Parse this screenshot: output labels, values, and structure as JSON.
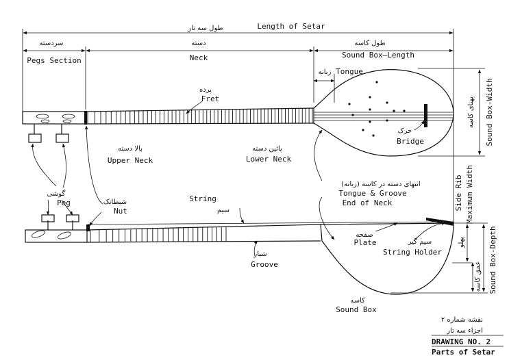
{
  "dimensions": {
    "length_en": "Length of Setar",
    "length_fa": "طول سه تار",
    "pegs_en": "Pegs Section",
    "pegs_fa": "سردسته",
    "neck_en": "Neck",
    "neck_fa": "دسته",
    "soundbox_length_en": "Sound Box—Length",
    "soundbox_length_fa": "طول کاسه",
    "tongue_en": "Tongue",
    "tongue_fa": "زبانه",
    "soundbox_width_en": "Sound Box-Width",
    "soundbox_width_fa": "پهنای کاسه",
    "side_rib_en": "Side Rib",
    "max_width_en": "Maximum Width",
    "soundbox_depth_en": "Sound Box-Depth",
    "soundbox_depth_fa": "عمق کاسه",
    "side_fa": "پهلو"
  },
  "parts": {
    "fret_en": "Fret",
    "fret_fa": "پرده",
    "bridge_en": "Bridge",
    "bridge_fa": "خرک",
    "upper_neck_en": "Upper Neck",
    "upper_neck_fa": "بالا دسته",
    "lower_neck_en": "Lower Neck",
    "lower_neck_fa": "پائین دسته",
    "end_neck_fa": "انتهای دسته در کاسه (زبانه)",
    "end_neck_en1": "Tongue & Groove",
    "end_neck_en2": "End of Neck",
    "peg_en": "Peg",
    "peg_fa": "گوشی",
    "nut_en": "Nut",
    "nut_fa": "شیطانک",
    "string_en": "String",
    "string_fa": "سیم",
    "plate_en": "Plate",
    "plate_fa": "صفحه",
    "holder_en": "String Holder",
    "holder_fa": "سیم گیر",
    "groove_en": "Groove",
    "groove_fa": "شیار",
    "soundbox_en": "Sound Box",
    "soundbox_fa": "کاسه"
  },
  "caption": {
    "drawing_fa": "نقشه شماره ۲",
    "parts_fa": "اجزاء سه تار",
    "drawing_en": "DRAWING NO. 2",
    "parts_en": "Parts of Setar"
  }
}
